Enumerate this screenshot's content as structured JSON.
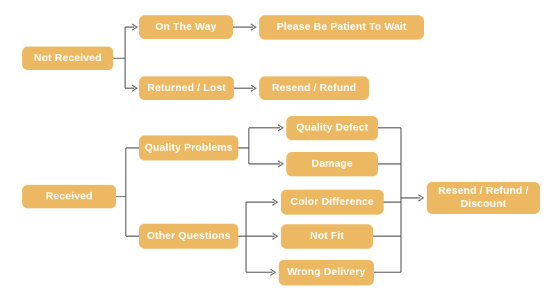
{
  "colors": {
    "node_fill": "#ECB962",
    "node_text": "#FFFFFF",
    "line": "#58585A",
    "background": "#FFFFFF"
  },
  "nodes": {
    "not_received": {
      "label": "Not Received"
    },
    "on_the_way": {
      "label": "On The Way"
    },
    "please_be_patient": {
      "label": "Please Be Patient To Wait"
    },
    "returned_lost": {
      "label": "Returned / Lost"
    },
    "resend_refund": {
      "label": "Resend / Refund"
    },
    "received": {
      "label": "Received"
    },
    "quality_problems": {
      "label": "Quality Problems"
    },
    "other_questions": {
      "label": "Other Questions"
    },
    "quality_defect": {
      "label": "Quality Defect"
    },
    "damage": {
      "label": "Damage"
    },
    "color_difference": {
      "label": "Color Difference"
    },
    "not_fit": {
      "label": "Not Fit"
    },
    "wrong_delivery": {
      "label": "Wrong Delivery"
    },
    "resend_refund_discount": {
      "label": "Resend / Refund / Discount"
    }
  },
  "edges": [
    {
      "from": "Not Received",
      "to": "On The Way",
      "arrowhead": true
    },
    {
      "from": "Not Received",
      "to": "Returned / Lost",
      "arrowhead": true
    },
    {
      "from": "On The Way",
      "to": "Please Be Patient To Wait",
      "arrowhead": true
    },
    {
      "from": "Returned / Lost",
      "to": "Resend / Refund",
      "arrowhead": true
    },
    {
      "from": "Received",
      "to": "Quality Problems",
      "arrowhead": false
    },
    {
      "from": "Received",
      "to": "Other Questions",
      "arrowhead": false
    },
    {
      "from": "Quality Problems",
      "to": "Quality Defect",
      "arrowhead": true
    },
    {
      "from": "Quality Problems",
      "to": "Damage",
      "arrowhead": true
    },
    {
      "from": "Other Questions",
      "to": "Color Difference",
      "arrowhead": true
    },
    {
      "from": "Other Questions",
      "to": "Not Fit",
      "arrowhead": true
    },
    {
      "from": "Other Questions",
      "to": "Wrong Delivery",
      "arrowhead": true
    },
    {
      "from": "Quality Defect",
      "to": "Resend / Refund / Discount",
      "arrowhead": true
    },
    {
      "from": "Damage",
      "to": "Resend / Refund / Discount",
      "arrowhead": true
    },
    {
      "from": "Color Difference",
      "to": "Resend / Refund / Discount",
      "arrowhead": true
    },
    {
      "from": "Not Fit",
      "to": "Resend / Refund / Discount",
      "arrowhead": true
    },
    {
      "from": "Wrong Delivery",
      "to": "Resend / Refund / Discount",
      "arrowhead": true
    }
  ]
}
